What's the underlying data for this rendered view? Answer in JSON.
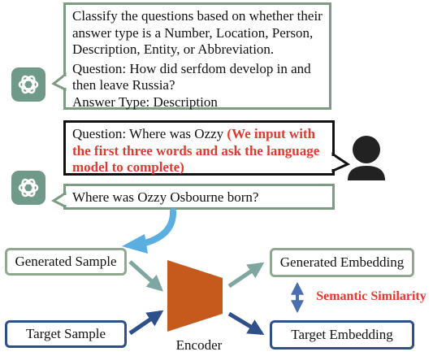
{
  "prompt_box": {
    "instruction": "Classify the questions based on whether their answer type is a Number, Location, Person, Description, Entity, or Abbreviation.",
    "question": "Question: How did serfdom develop in and then leave Russia?",
    "answer": "Answer Type: Description"
  },
  "user_box": {
    "question": "Question: Where was Ozzy ",
    "note": "(We input with the first three words and ask the language model to complete)"
  },
  "completion_box": {
    "text": "Where was Ozzy Osbourne born?"
  },
  "generated_sample": "Generated Sample",
  "target_sample": "Target Sample",
  "encoder_label": "Encoder",
  "generated_embedding": "Generated Embedding",
  "target_embedding": "Target Embedding",
  "semantic_similarity": "Semantic Similarity",
  "colors": {
    "green_border": "#7d9a82",
    "blue_border": "#2f4f8a",
    "encoder": "#c55a1c",
    "red_text": "#e03a2f",
    "chatgpt_icon": "#6f9a8a"
  }
}
